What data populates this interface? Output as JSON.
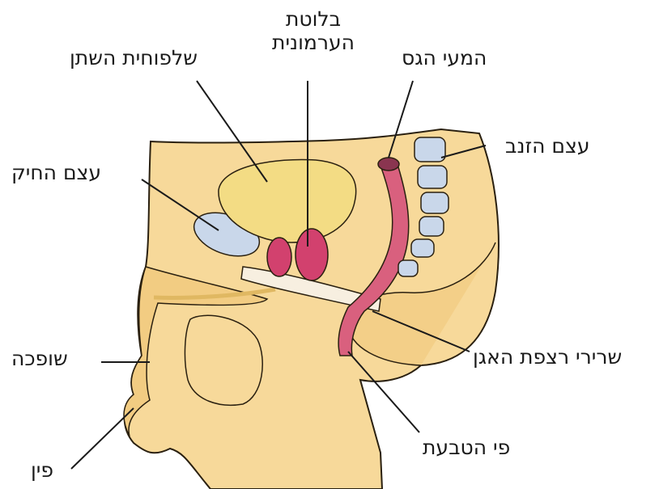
{
  "labels": {
    "bladder": "שלפוחית השתן",
    "prostate_line1": "בלוטת",
    "prostate_line2": "הערמונית",
    "rectum": "המעי הגס",
    "pubic_bone": "עצם החיק",
    "tailbone": "עצם הזנב",
    "urethra": "שופכה",
    "pelvic_floor": "שרירי רצפת האגן",
    "penis": "פין",
    "anus": "פי הטבעת"
  },
  "colors": {
    "body": "#f7d99a",
    "body_shadow": "#e9b96a",
    "outline": "#2a2010",
    "bladder": "#f3dc84",
    "bone": "#c9d7ea",
    "prostate": "#d2416e",
    "rectum": "#d9607e",
    "line": "#1a1a1a"
  }
}
